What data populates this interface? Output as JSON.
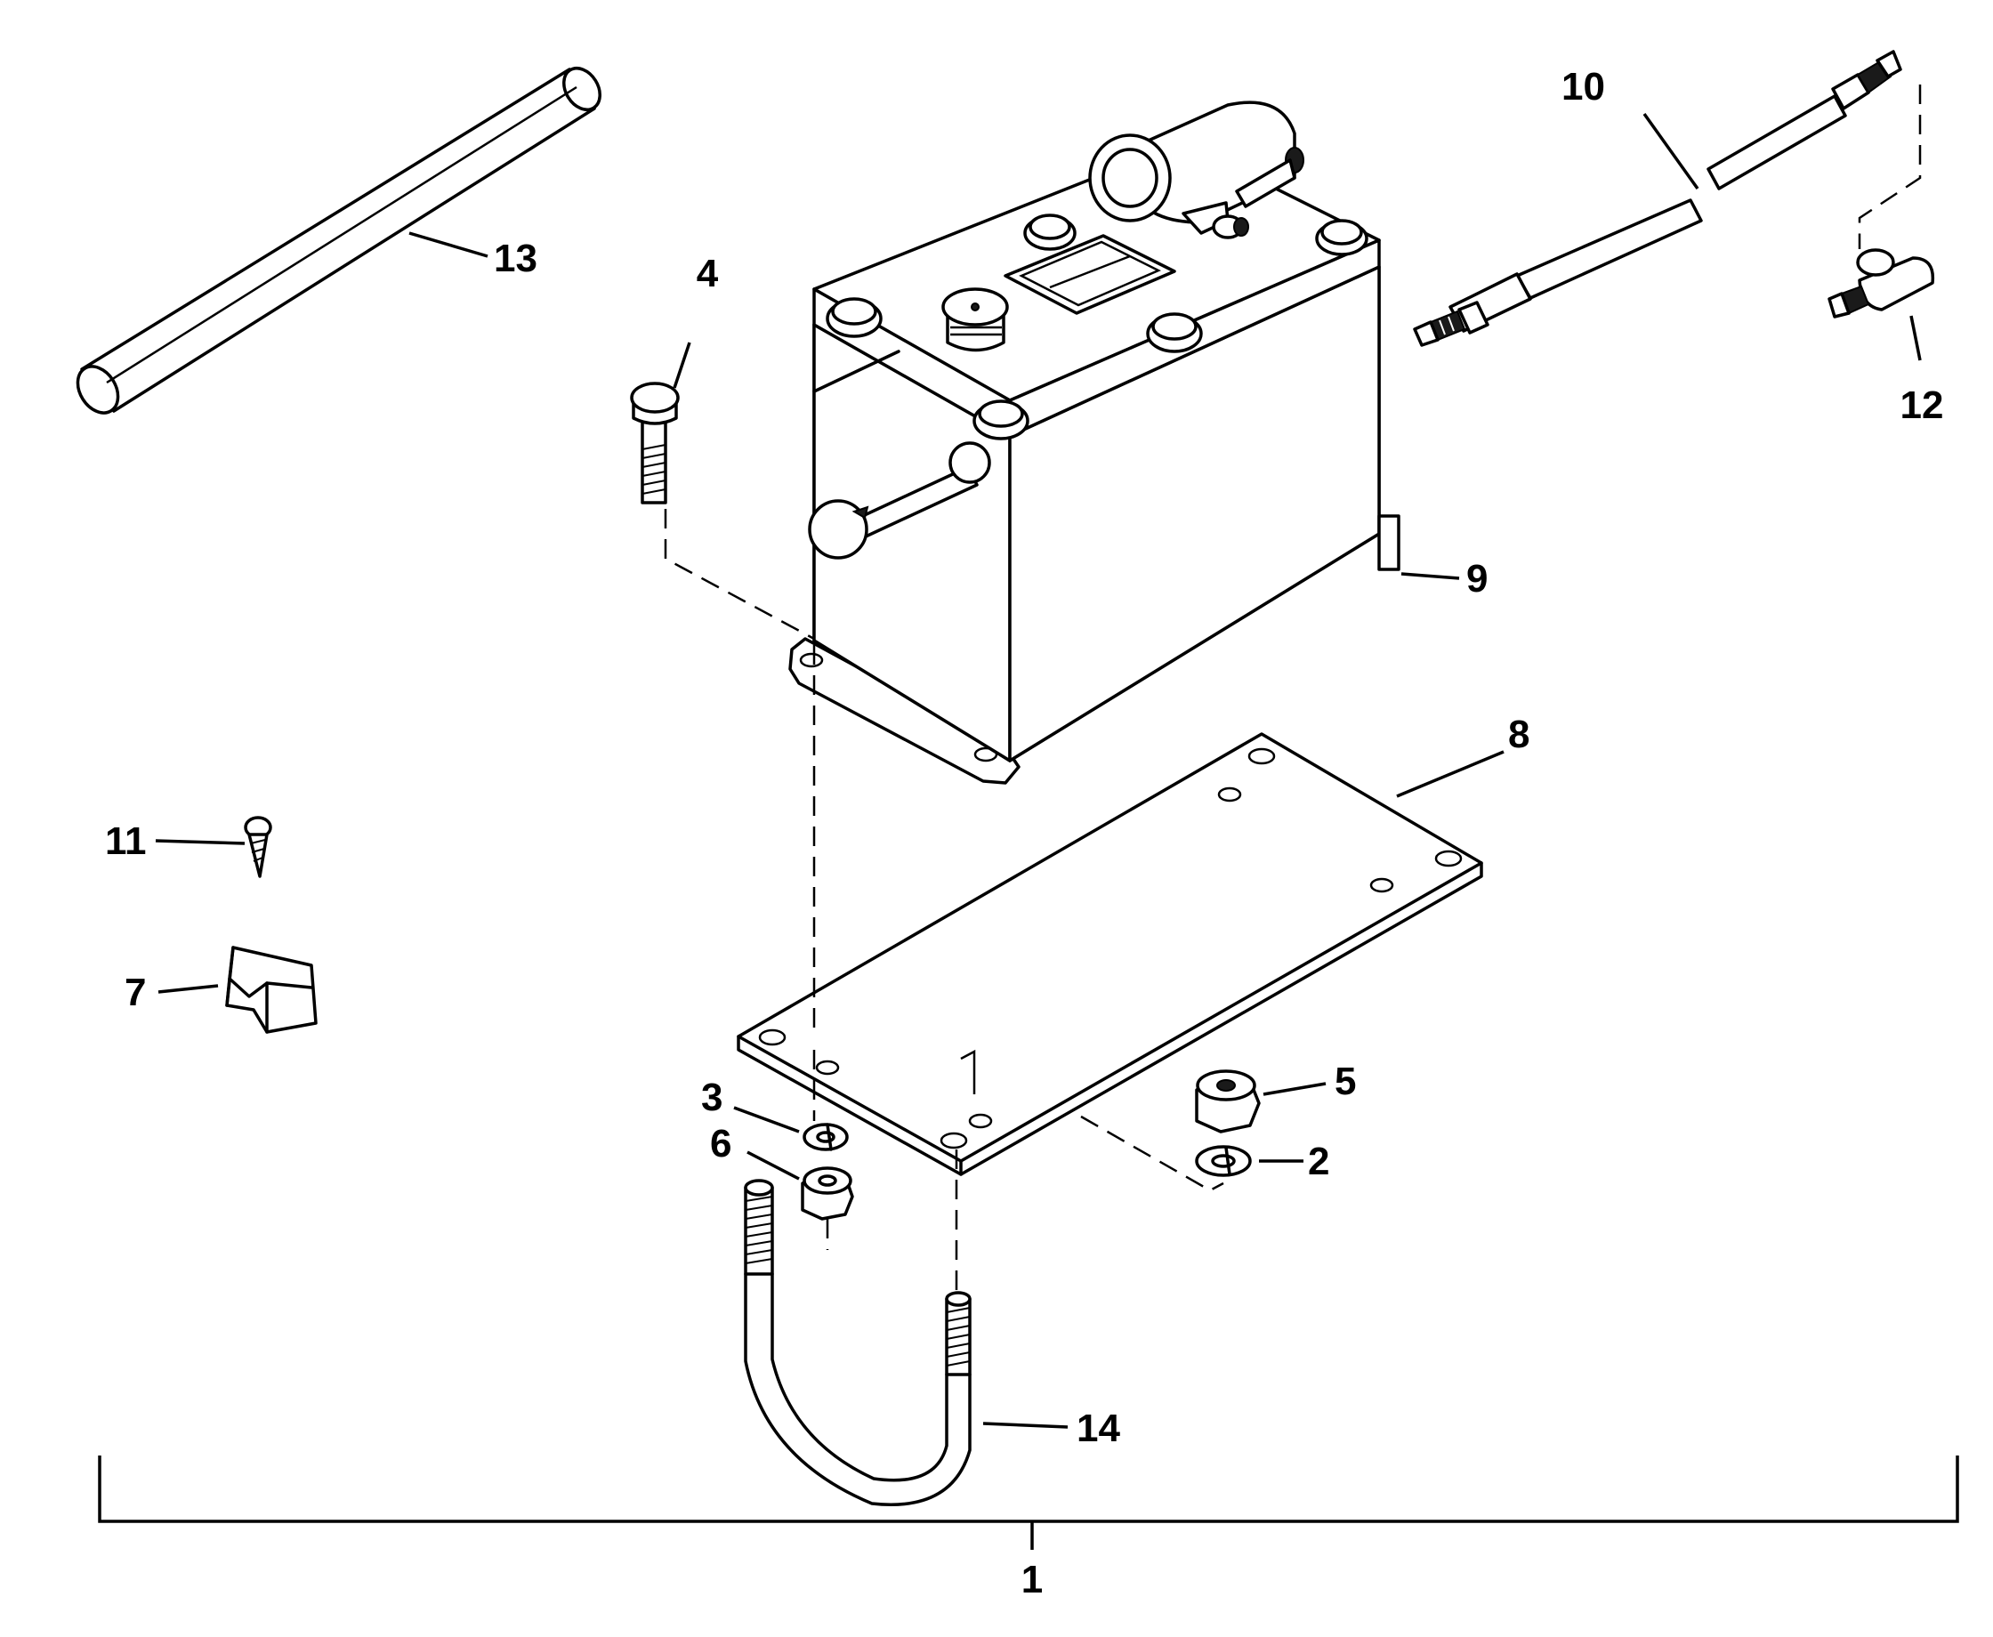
{
  "diagram": {
    "callouts": [
      {
        "id": "1",
        "label": "1"
      },
      {
        "id": "2",
        "label": "2"
      },
      {
        "id": "3",
        "label": "3"
      },
      {
        "id": "4",
        "label": "4"
      },
      {
        "id": "5",
        "label": "5"
      },
      {
        "id": "6",
        "label": "6"
      },
      {
        "id": "7",
        "label": "7"
      },
      {
        "id": "8",
        "label": "8"
      },
      {
        "id": "9",
        "label": "9"
      },
      {
        "id": "10",
        "label": "10"
      },
      {
        "id": "11",
        "label": "11"
      },
      {
        "id": "12",
        "label": "12"
      },
      {
        "id": "13",
        "label": "13"
      },
      {
        "id": "14",
        "label": "14"
      }
    ],
    "colors": {
      "ink": "#000000",
      "paper": "#ffffff"
    }
  }
}
